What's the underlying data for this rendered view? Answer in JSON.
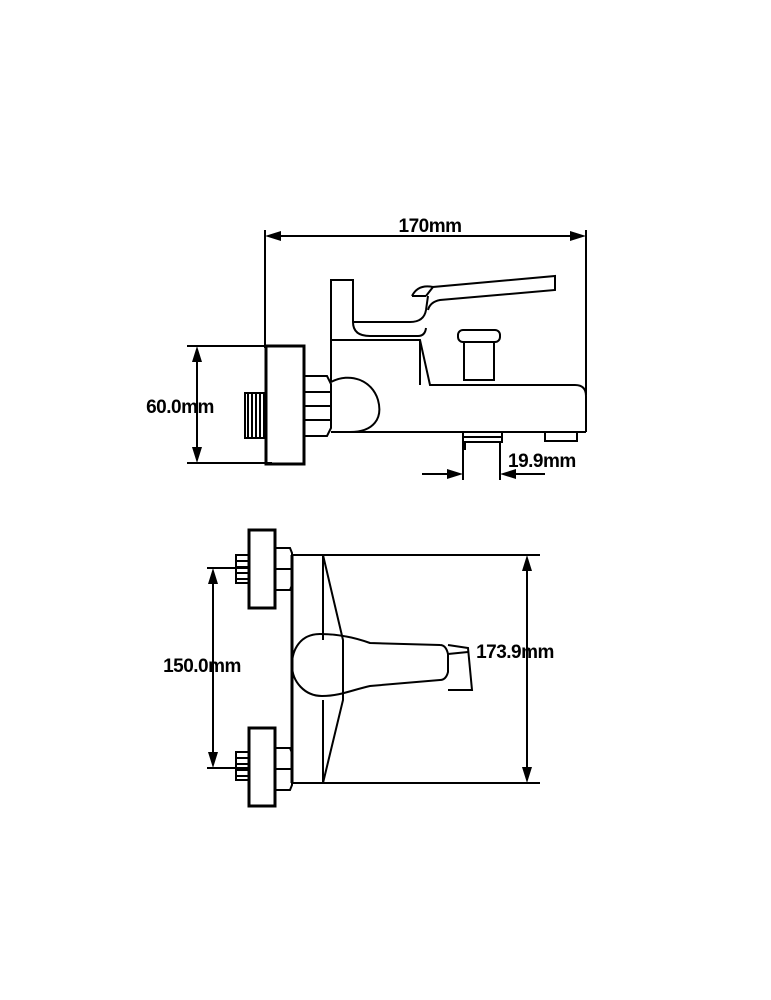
{
  "dimensions": {
    "overall_length": "170mm",
    "height": "60.0mm",
    "outlet_width": "19.9mm",
    "inlet_spacing": "150.0mm",
    "depth": "173.9mm"
  }
}
